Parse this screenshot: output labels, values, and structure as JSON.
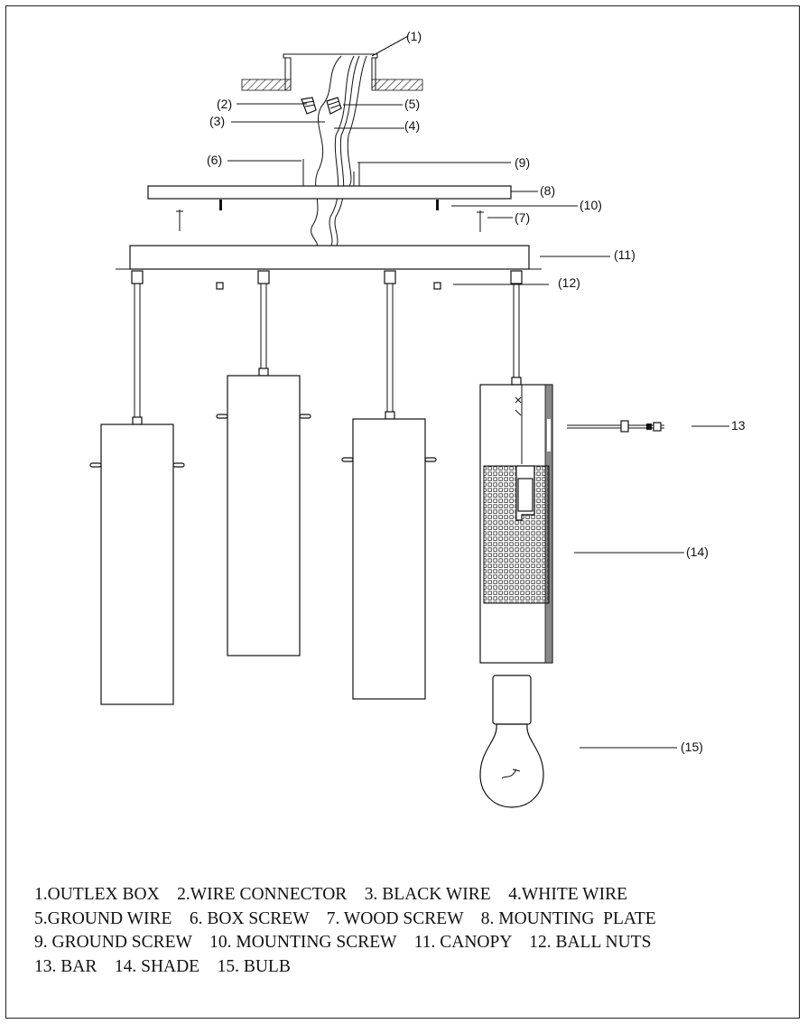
{
  "callouts": {
    "c1": "(1)",
    "c2": "(2)",
    "c3": "(3)",
    "c4": "(4)",
    "c5": "(5)",
    "c6": "(6)",
    "c7": "(7)",
    "c8": "(8)",
    "c9": "(9)",
    "c10": "(10)",
    "c11": "(11)",
    "c12": "(12)",
    "c13": "13",
    "c14": "(14)",
    "c15": "(15)"
  },
  "legend": {
    "row1": "1.OUTLEX BOX    2.WIRE CONNECTOR    3. BLACK WIRE    4.WHITE WIRE",
    "row2": "5.GROUND WIRE    6. BOX SCREW    7. WOOD SCREW    8. MOUNTING  PLATE",
    "row3": "9. GROUND SCREW    10. MOUNTING SCREW    11. CANOPY    12. BALL NUTS",
    "row4": "13. BAR    14. SHADE    15. BULB"
  }
}
